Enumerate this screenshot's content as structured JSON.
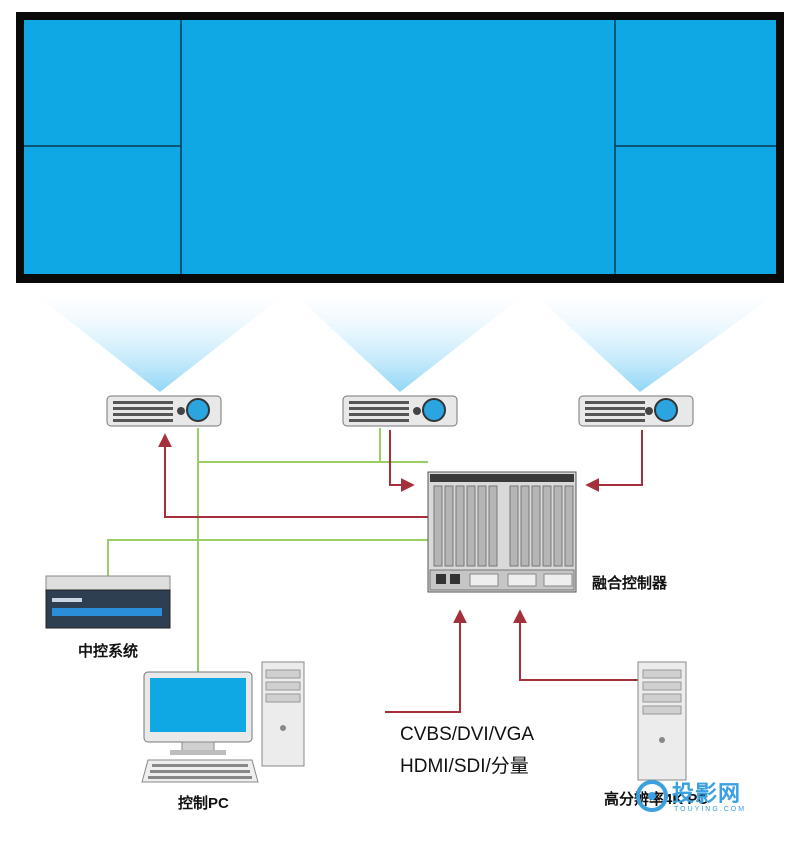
{
  "labels": {
    "fusion_controller": "融合控制器",
    "central_control": "中控系统",
    "control_pc": "控制PC",
    "source_line1": "CVBS/DVI/VGA",
    "source_line2": "HDMI/SDI/分量",
    "hires_input": "高分辨率4K PC"
  },
  "watermark": {
    "text": "投影网",
    "sub": "TOUYING.COM"
  },
  "colors": {
    "screen_fill": "#0fa8e4",
    "screen_frame": "#0a0a0a",
    "beam": "#9cdcf8",
    "green_line": "#9ccc65",
    "red_line": "#a3303a"
  }
}
